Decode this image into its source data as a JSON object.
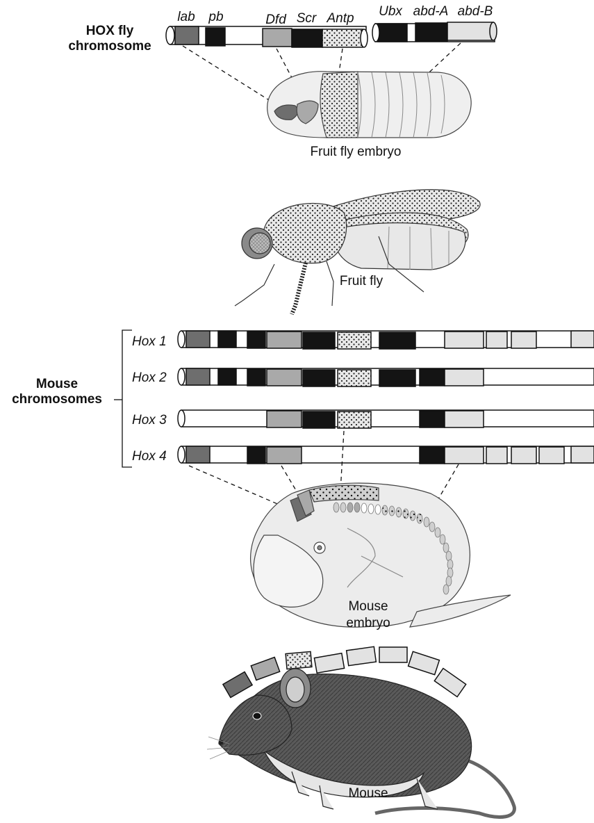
{
  "title_fly_chromosome": [
    "HOX fly",
    "chromosome"
  ],
  "fly_genes": [
    "lab",
    "pb",
    "Dfd",
    "Scr",
    "Antp",
    "Ubx",
    "abd-A",
    "abd-B"
  ],
  "fly_embryo_label": "Fruit fly embryo",
  "fly_label": "Fruit fly",
  "mouse_chromosomes_label": [
    "Mouse",
    "chromosomes"
  ],
  "hox_clusters": [
    "Hox 1",
    "Hox 2",
    "Hox 3",
    "Hox 4"
  ],
  "mouse_embryo_label": [
    "Mouse",
    "embryo"
  ],
  "mouse_label": "Mouse",
  "colors": {
    "black": "#141414",
    "dark_gray": "#6e6e6e",
    "mid_gray": "#a9a9a9",
    "light_gray": "#e2e2e2",
    "white": "#ffffff",
    "stipple": "#dcdcdc"
  }
}
